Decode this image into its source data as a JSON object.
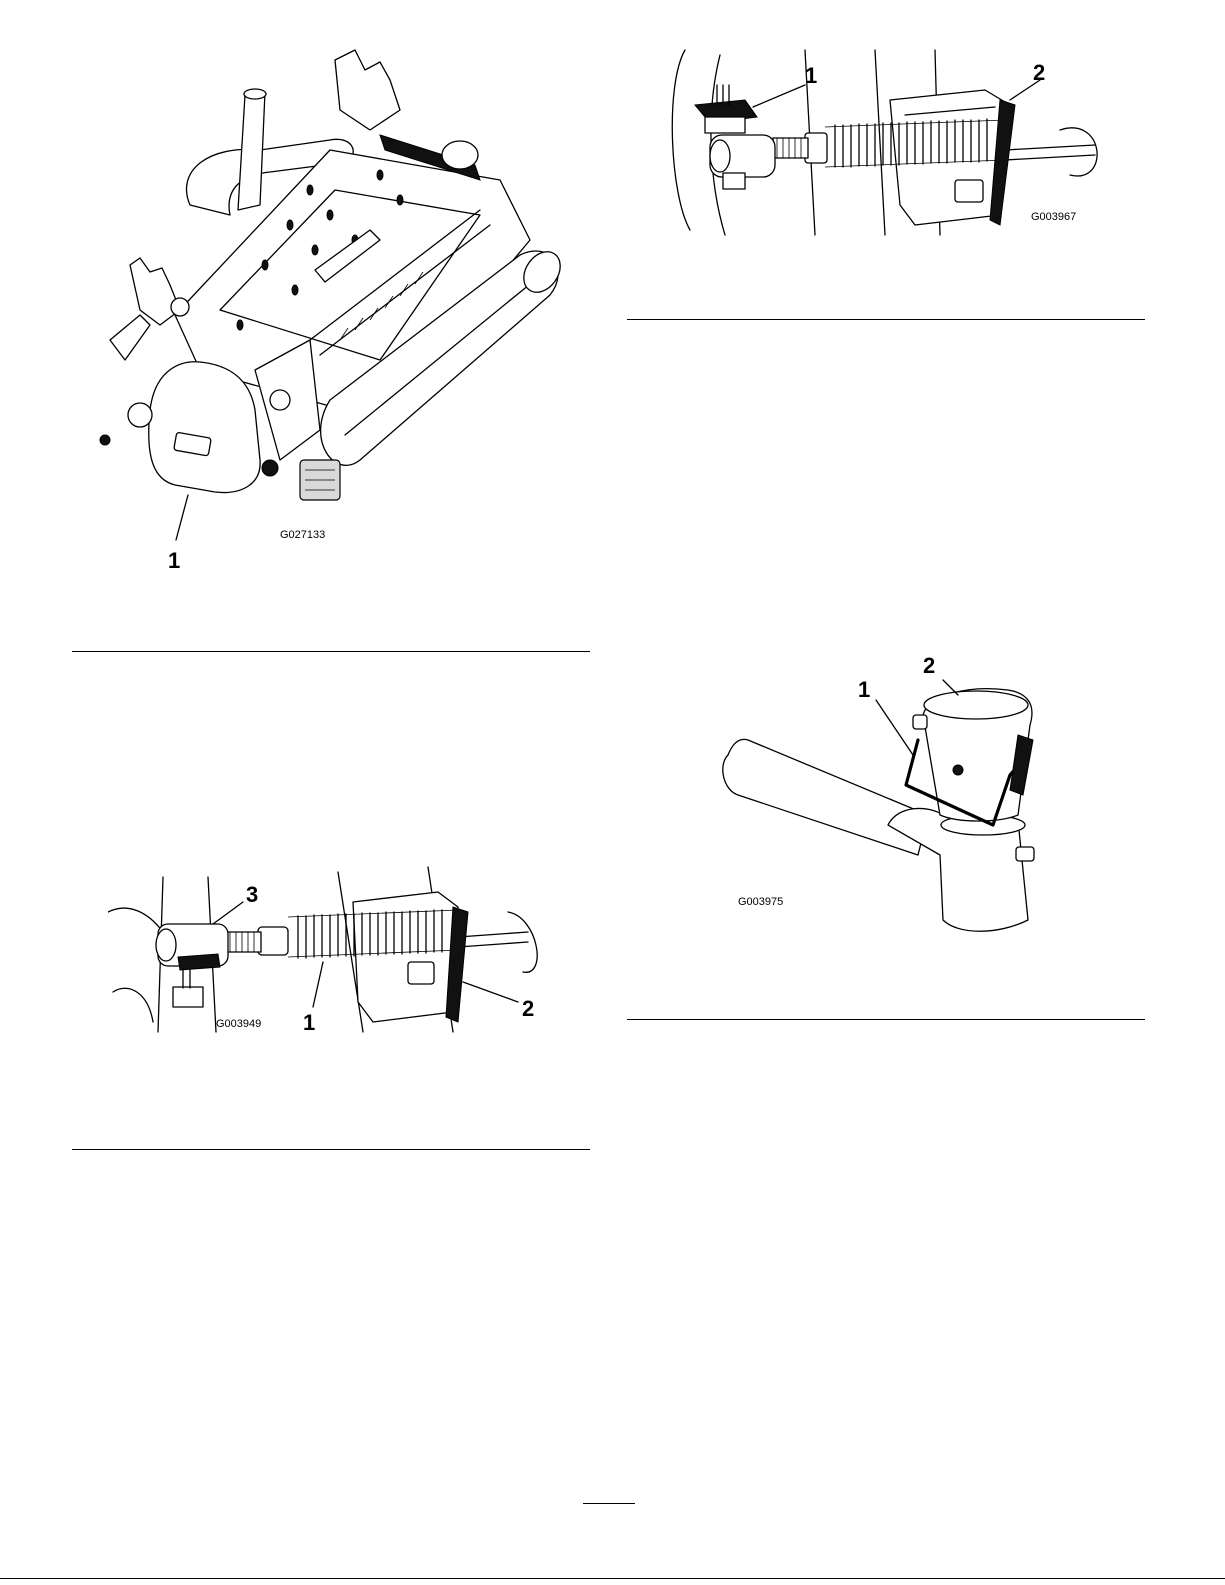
{
  "figures": {
    "fig_reel": {
      "id": "G027133",
      "callouts": [
        "1"
      ]
    },
    "fig_spring_top": {
      "id": "G003967",
      "callouts": [
        "1",
        "2"
      ]
    },
    "fig_spring_bottom": {
      "id": "G003949",
      "callouts": [
        "3",
        "1",
        "2"
      ]
    },
    "fig_pin": {
      "id": "G003975",
      "callouts": [
        "1",
        "2"
      ]
    }
  }
}
